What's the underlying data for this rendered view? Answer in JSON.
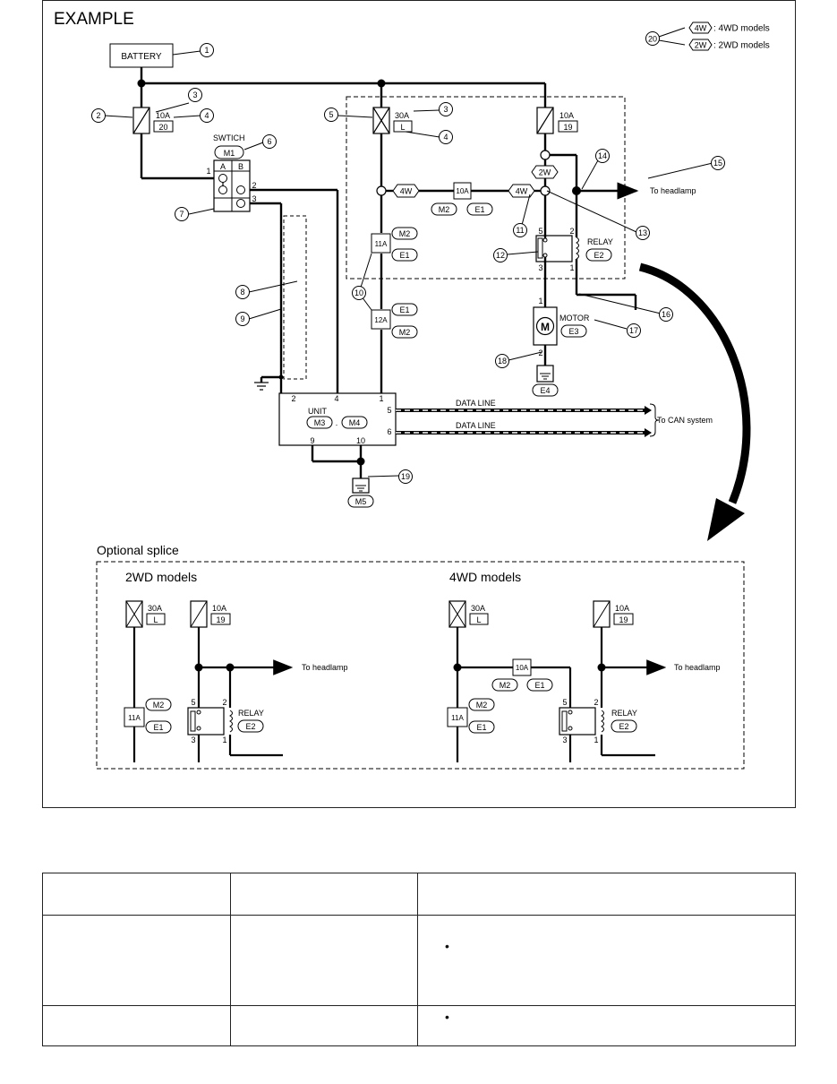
{
  "title": "EXAMPLE",
  "legend": {
    "callout": "20",
    "items": [
      {
        "tag": "4W",
        "text": ": 4WD models"
      },
      {
        "tag": "2W",
        "text": ": 2WD models"
      }
    ]
  },
  "components": {
    "battery": "BATTERY",
    "switch": "SWTICH",
    "switch_connector": "M1",
    "switch_cols": [
      "A",
      "B"
    ],
    "switch_pins": [
      "1",
      "2",
      "3"
    ],
    "fuse_20": {
      "rating": "10A",
      "number": "20"
    },
    "fuse_l": {
      "rating": "30A",
      "number": "L"
    },
    "fuse_19": {
      "rating": "10A",
      "number": "19"
    },
    "junction_10a": {
      "rating": "10A",
      "connectors": [
        "M2",
        "E1"
      ]
    },
    "junction_11a": {
      "rating": "11A",
      "connectors": [
        "M2",
        "E1"
      ]
    },
    "junction_12a": {
      "rating": "12A",
      "connectors": [
        "E1",
        "M2"
      ]
    },
    "relay": {
      "label": "RELAY",
      "connector": "E2",
      "pins": [
        "5",
        "2",
        "3",
        "1"
      ]
    },
    "motor": {
      "label": "MOTOR",
      "symbol": "M",
      "connector": "E3",
      "pins": [
        "1",
        "2"
      ]
    },
    "ground_e4": "E4",
    "unit": {
      "label": "UNIT",
      "connectors": [
        "M3",
        "M4"
      ],
      "separator": ".",
      "pins": [
        "2",
        "4",
        "1",
        "5",
        "6",
        "9",
        "10"
      ]
    },
    "ground_m5": "M5",
    "tag_4w": "4W",
    "tag_2w": "2W"
  },
  "lines": {
    "data_line_1": "DATA LINE",
    "data_line_2": "DATA LINE",
    "to_can": "To CAN system",
    "to_headlamp": "To headlamp"
  },
  "callouts": [
    "1",
    "2",
    "3",
    "4",
    "5",
    "6",
    "7",
    "8",
    "9",
    "10",
    "11",
    "12",
    "13",
    "14",
    "15",
    "16",
    "17",
    "18",
    "19"
  ],
  "optional_splice": {
    "title": "Optional splice",
    "panels": [
      {
        "title": "2WD models",
        "headlamp": "To headlamp"
      },
      {
        "title": "4WD models",
        "headlamp": "To headlamp"
      }
    ]
  },
  "table": {
    "rows": [
      {
        "cells": [
          "",
          "",
          ""
        ]
      },
      {
        "cells": [
          "",
          "",
          ""
        ],
        "bullet": "•"
      },
      {
        "cells": [
          "",
          "",
          ""
        ],
        "bullet": "•"
      }
    ]
  }
}
